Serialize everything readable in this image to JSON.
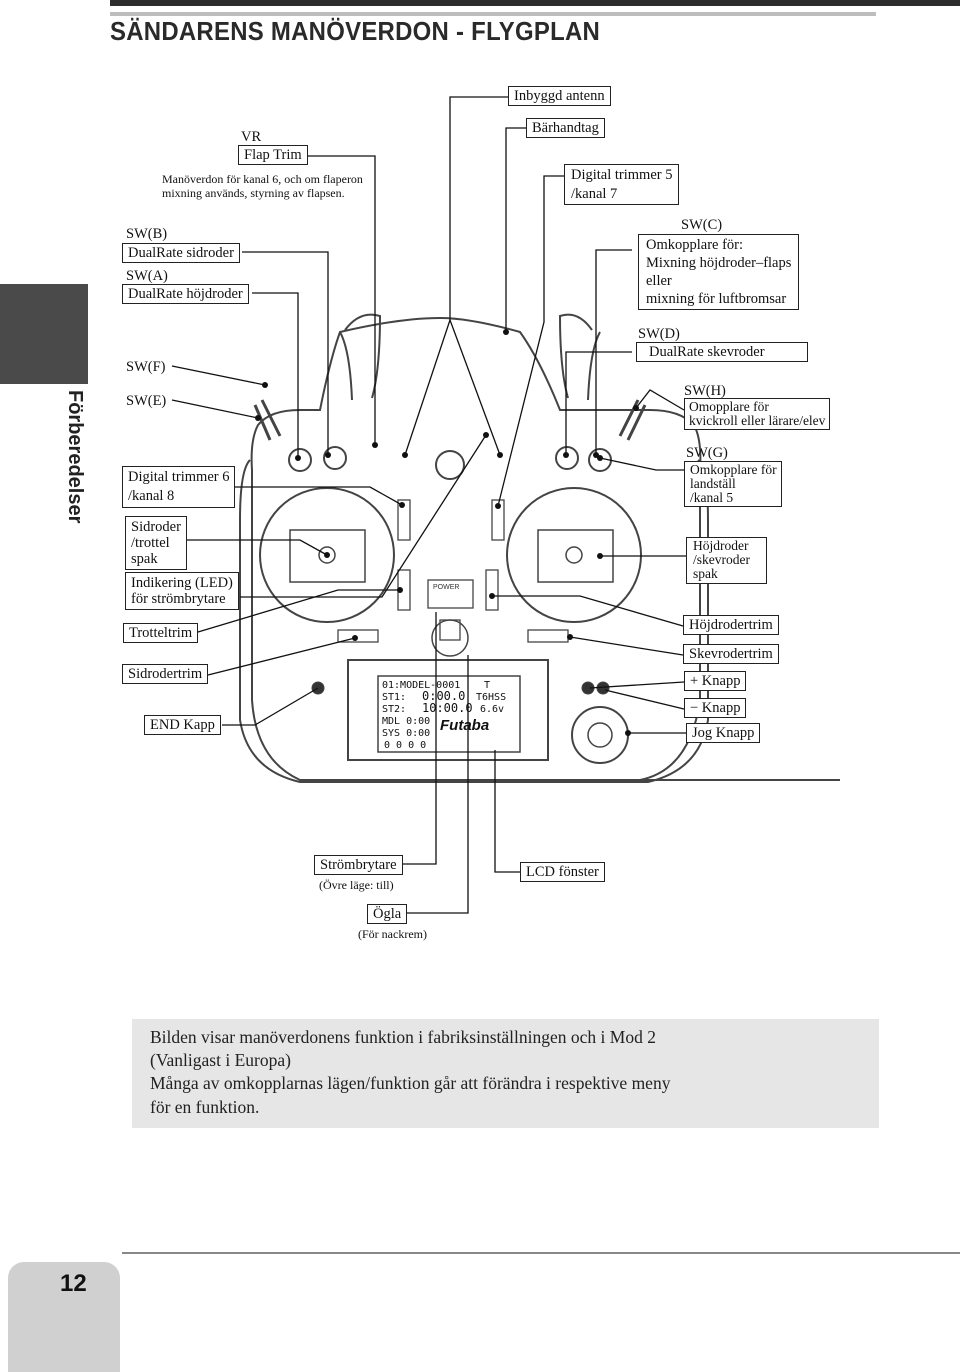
{
  "header": {
    "title": "SÄNDARENS MANÖVERDON - FLYGPLAN"
  },
  "side_tab": {
    "label": "Förberedelser"
  },
  "labels_top": {
    "antenna": "Inbyggd antenn",
    "handle": "Bärhandtag",
    "trim5_line1": "Digital trimmer 5",
    "trim5_line2": "/kanal 7",
    "vr": "VR",
    "flap_trim": "Flap Trim",
    "vr_desc_line1": "Manöverdon för kanal 6, och om flaperon",
    "vr_desc_line2": "mixning används, styrning av flapsen."
  },
  "labels_left": {
    "swb": "SW(B)",
    "swb_desc": "DualRate sidroder",
    "swa": "SW(A)",
    "swa_desc": "DualRate höjdroder",
    "swf": "SW(F)",
    "swe": "SW(E)",
    "trim6_line1": "Digital trimmer 6",
    "trim6_line2": "/kanal 8",
    "stick_line1": "Sidroder",
    "stick_line2": "/trottel",
    "stick_line3": "spak",
    "led_line1": "Indikering (LED)",
    "led_line2": "för strömbrytare",
    "throttle_trim": "Trotteltrim",
    "rudder_trim": "Sidrodertrim",
    "end_key": "END Kapp"
  },
  "labels_right": {
    "swc": "SW(C)",
    "swc_line1": "Omkopplare för:",
    "swc_line2": "Mixning höjdroder–flaps",
    "swc_line3": "eller",
    "swc_line4": "mixning för luftbromsar",
    "swd": "SW(D)",
    "swd_desc": "DualRate skevroder",
    "swh": "SW(H)",
    "swh_line1": "Omopplare för",
    "swh_line2": "kvickroll eller lärare/elev",
    "swg": "SW(G)",
    "swg_line1": "Omkopplare för",
    "swg_line2": "landställ",
    "swg_line3": "/kanal 5",
    "stick_line1": "Höjdroder",
    "stick_line2": "/skevroder",
    "stick_line3": "spak",
    "elev_trim": "Höjdrodertrim",
    "ail_trim": "Skevrodertrim",
    "plus_key": "+ Knapp",
    "minus_key": "− Knapp",
    "jog_key": "Jog Knapp"
  },
  "labels_bottom": {
    "power_switch": "Strömbrytare",
    "power_switch_note": "(Övre läge: till)",
    "lcd": "LCD fönster",
    "eyelet": "Ögla",
    "eyelet_note": "(För nackrem)"
  },
  "transmitter": {
    "power_label": "POWER",
    "brand": "Futaba",
    "lcd_line1": "01:MODEL-0001",
    "lcd_model_type": "T",
    "lcd_st1": "ST1:",
    "lcd_st1_time": "0:00.0",
    "lcd_st2": "ST2:",
    "lcd_st2_time": "10:00.0",
    "lcd_system": "T6HSS",
    "lcd_voltage": "6.6v",
    "lcd_mdl": "MDL 0:00",
    "lcd_sys": "SYS 0:00",
    "lcd_trims": "0     0     0     0"
  },
  "note": {
    "line1": "Bilden visar manöverdonens funktion i fabriksinställningen och i Mod 2",
    "line2": "(Vanligast i Europa)",
    "line3": "Många av omkopplarnas lägen/funktion går att förändra i respektive meny",
    "line4": "för en funktion."
  },
  "page_number": "12"
}
